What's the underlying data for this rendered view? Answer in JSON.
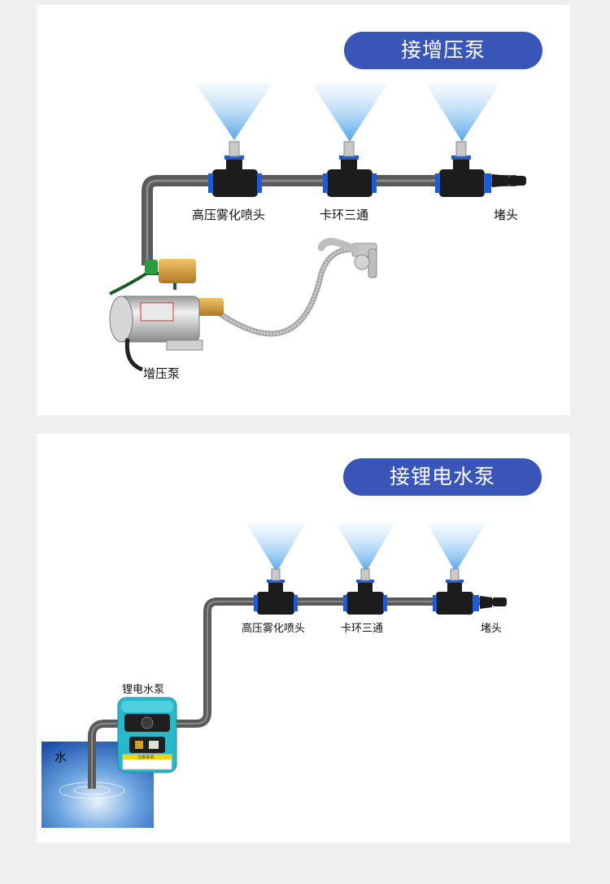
{
  "section1": {
    "title": "接增压泵",
    "labels": {
      "nozzle": "高压雾化喷头",
      "tee": "卡环三通",
      "plug": "堵头",
      "pump": "增压泵"
    }
  },
  "section2": {
    "title": "接锂电水泵",
    "labels": {
      "nozzle": "高压雾化喷头",
      "tee": "卡环三通",
      "plug": "堵头",
      "pump": "锂电水泵",
      "water": "水"
    },
    "device_warning": "注意事项"
  },
  "colors": {
    "pill": "#3a55b8",
    "pipe": "#555555",
    "fitting": "#1c1c1c",
    "ring": "#1e5bd8",
    "spray": "#7fbff0",
    "device": "#27b8c9",
    "water": "#2d6fc4"
  }
}
